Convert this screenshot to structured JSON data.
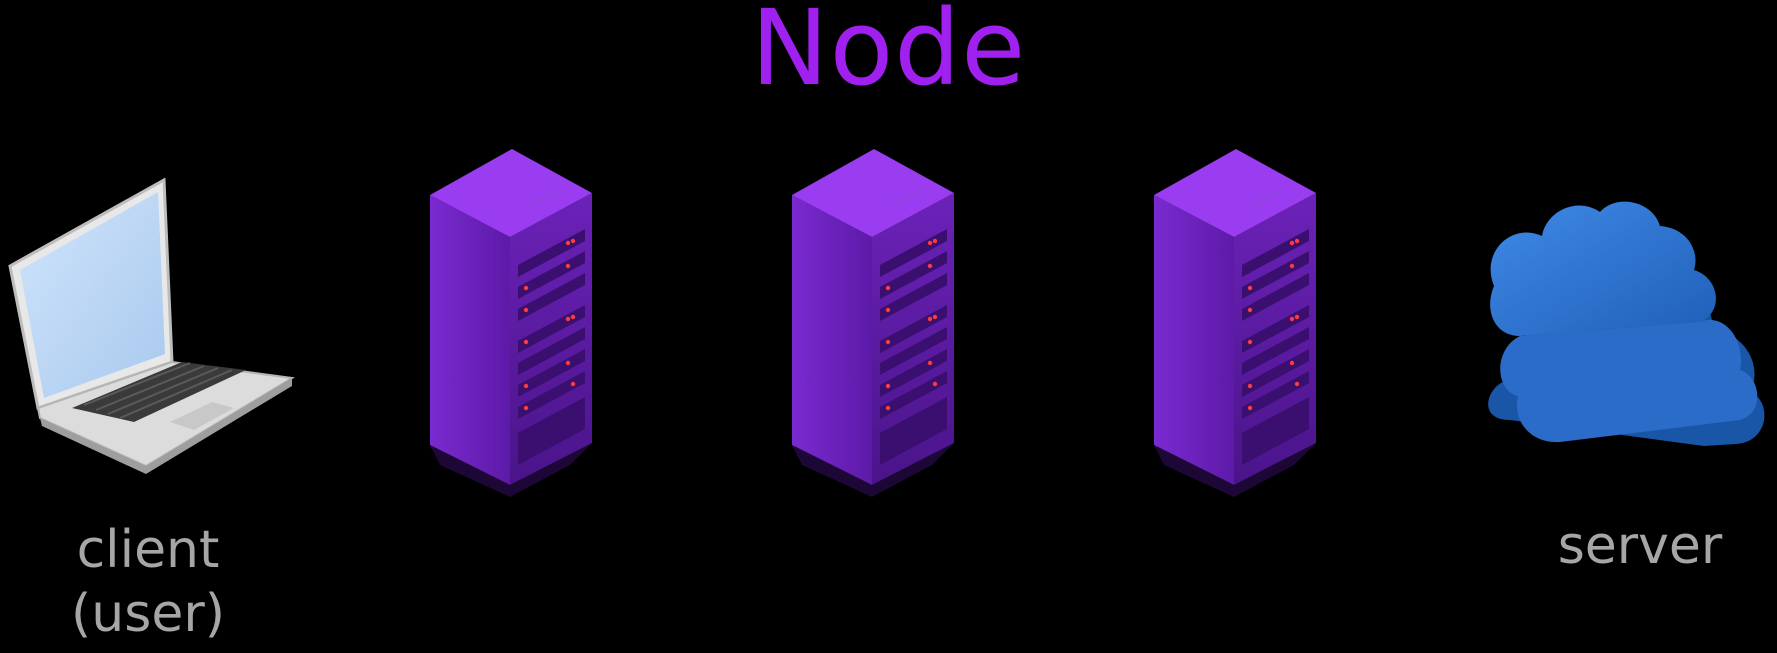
{
  "title": "Node",
  "nodes": {
    "client": {
      "label_line1": "client",
      "label_line2": "(user)"
    },
    "server": {
      "label": "server"
    }
  },
  "icons": {
    "client": "laptop-icon",
    "relays": [
      "server-rack-icon",
      "server-rack-icon",
      "server-rack-icon"
    ],
    "server": "cloud-icon"
  },
  "colors": {
    "background": "#000000",
    "title": "#a020f0",
    "rack_front": "#5a1aa0",
    "rack_side": "#6f22c2",
    "rack_top": "#9b38f0",
    "cloud": "#2e78d6",
    "label": "#a6a6a6"
  }
}
